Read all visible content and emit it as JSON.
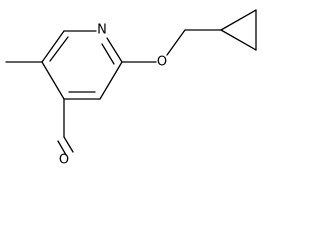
{
  "structure": {
    "atoms": {
      "nitrogen": "N",
      "ether_oxygen": "O",
      "aldehyde_oxygen": "O"
    }
  }
}
